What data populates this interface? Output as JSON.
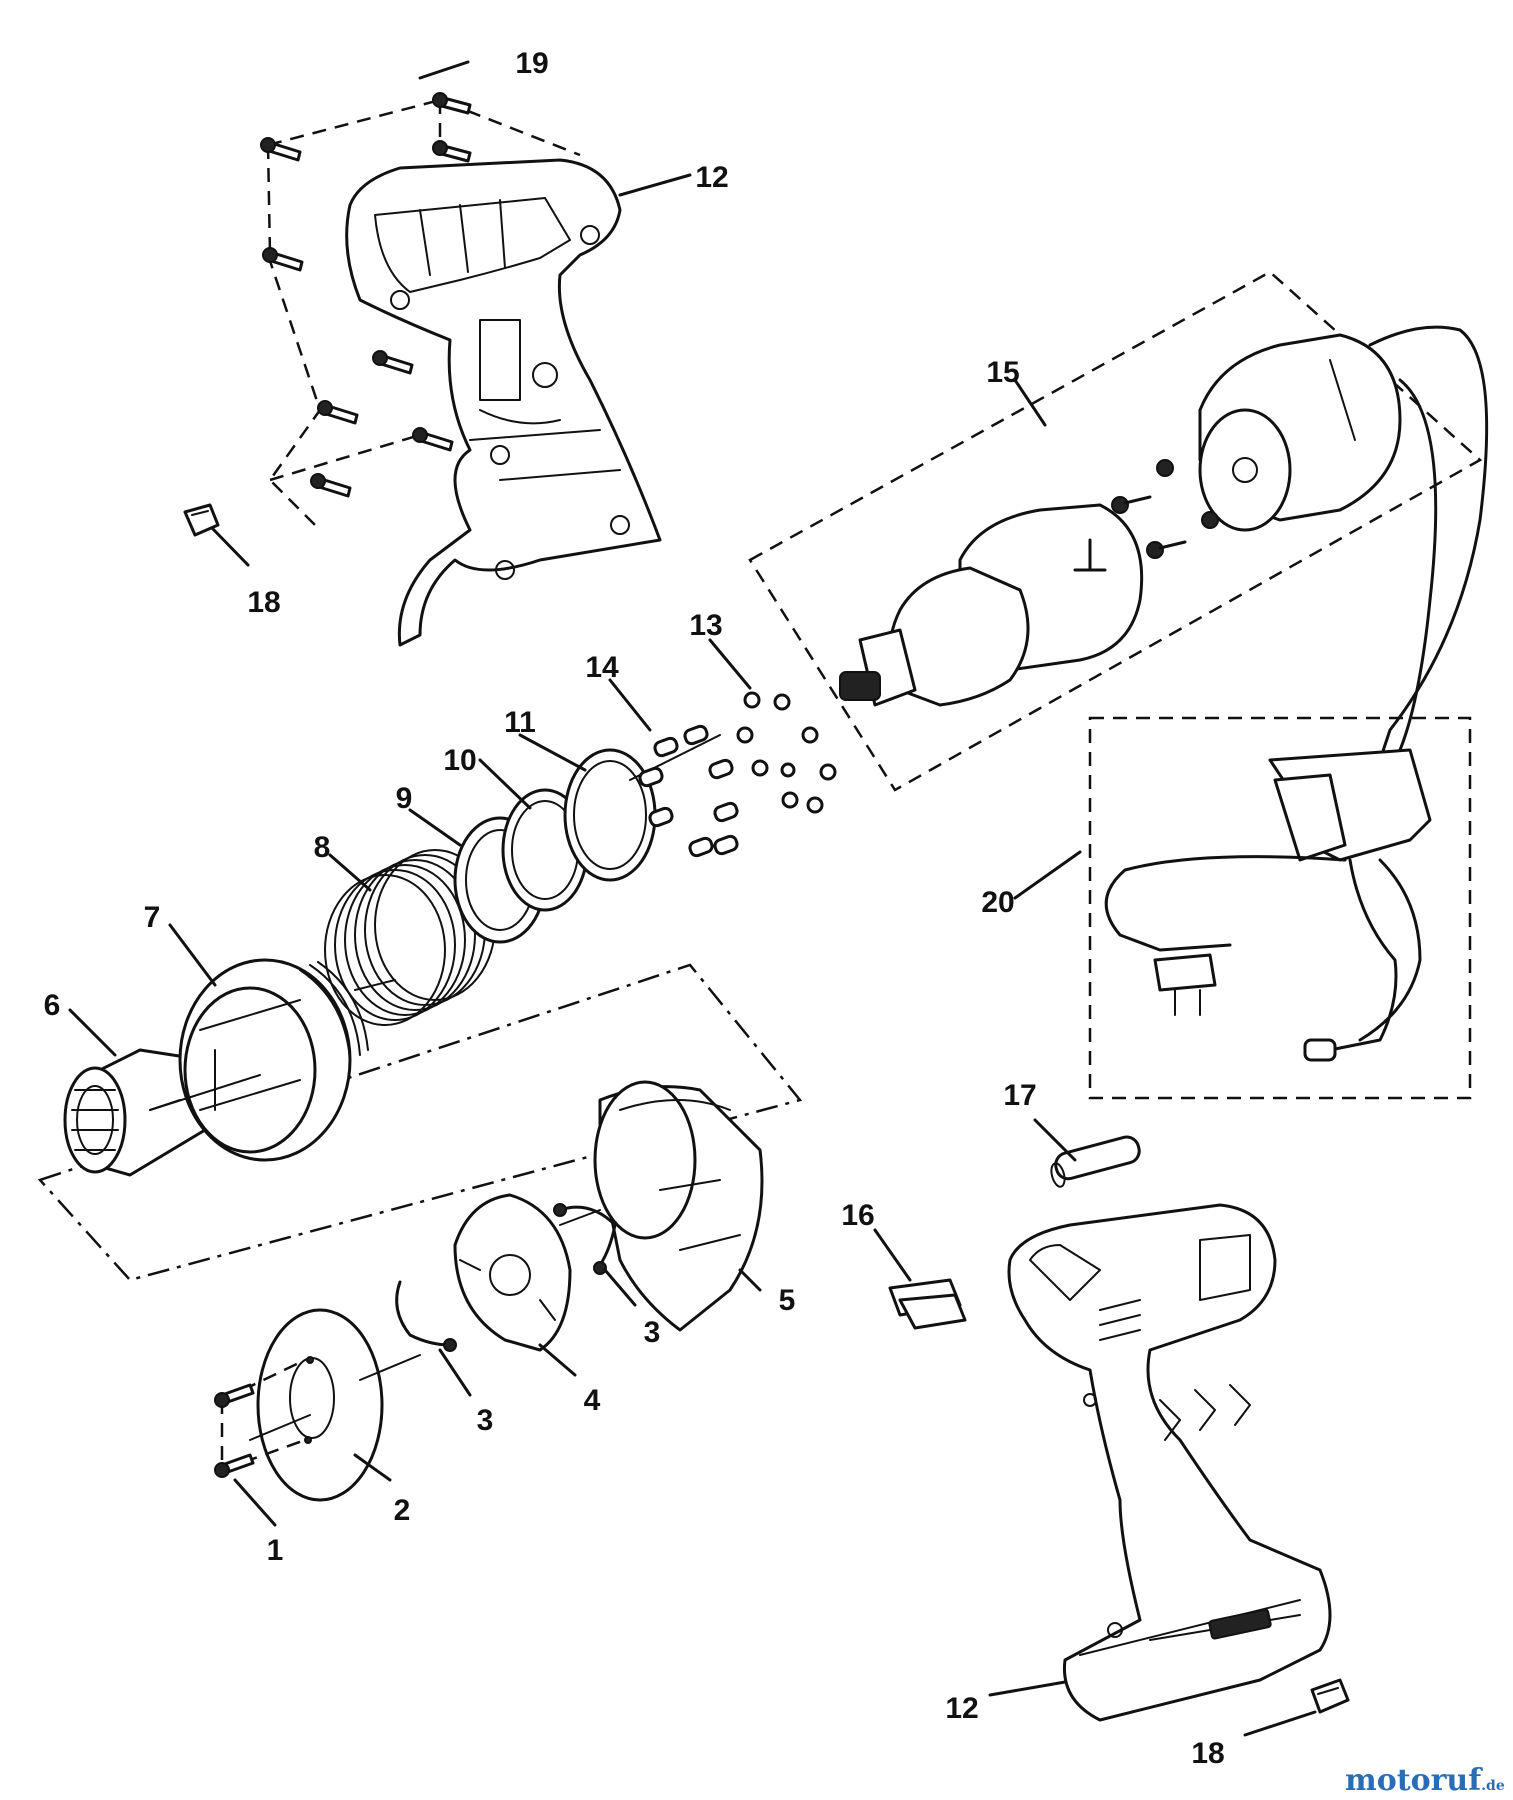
{
  "diagram": {
    "callouts": [
      {
        "id": "c19",
        "text": "19"
      },
      {
        "id": "c12a",
        "text": "12"
      },
      {
        "id": "c18a",
        "text": "18"
      },
      {
        "id": "c15",
        "text": "15"
      },
      {
        "id": "c13",
        "text": "13"
      },
      {
        "id": "c14",
        "text": "14"
      },
      {
        "id": "c11",
        "text": "11"
      },
      {
        "id": "c10",
        "text": "10"
      },
      {
        "id": "c9",
        "text": "9"
      },
      {
        "id": "c8",
        "text": "8"
      },
      {
        "id": "c7",
        "text": "7"
      },
      {
        "id": "c6",
        "text": "6"
      },
      {
        "id": "c20",
        "text": "20"
      },
      {
        "id": "c17",
        "text": "17"
      },
      {
        "id": "c16",
        "text": "16"
      },
      {
        "id": "c5",
        "text": "5"
      },
      {
        "id": "c3a",
        "text": "3"
      },
      {
        "id": "c3b",
        "text": "3"
      },
      {
        "id": "c4",
        "text": "4"
      },
      {
        "id": "c2",
        "text": "2"
      },
      {
        "id": "c1",
        "text": "1"
      },
      {
        "id": "c12b",
        "text": "12"
      },
      {
        "id": "c18b",
        "text": "18"
      }
    ]
  },
  "watermark": {
    "brand": "motoruf",
    "suffix": ".de",
    "colors": [
      "#2a6db5",
      "#e2231a",
      "#2a6db5"
    ]
  }
}
